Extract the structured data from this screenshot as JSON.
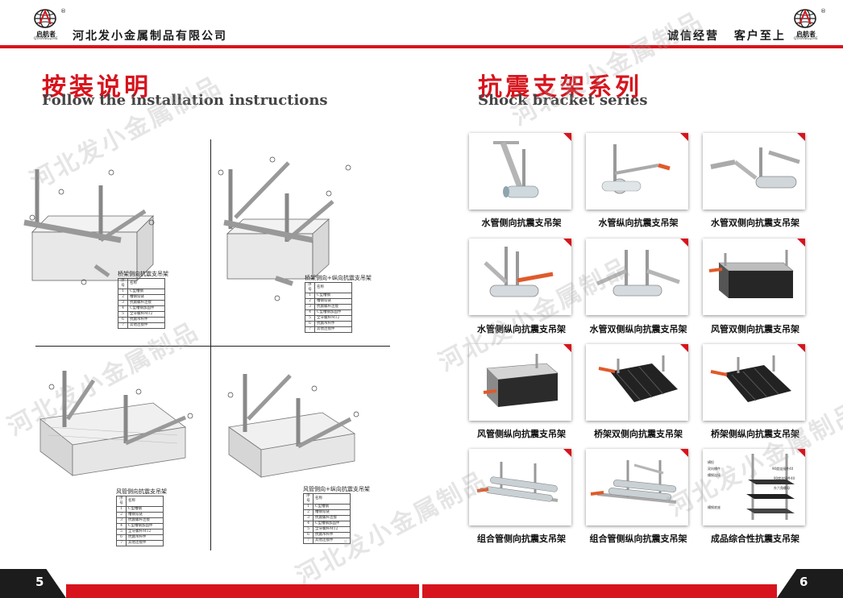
{
  "header": {
    "logo_cn": "启航者",
    "logo_en": "QIHANGZHE",
    "registered": "®",
    "company": "河北发小金属制品有限公司",
    "slogan": "诚信经营 客户至上"
  },
  "left_page": {
    "title_cn": "按装说明",
    "title_en": "Follow the installation instructions",
    "page_number": "5",
    "quadrants": [
      {
        "label": "桥架侧向抗震支吊架",
        "table_header": [
          "序号",
          "名称"
        ],
        "rows": [
          [
            "1",
            "C型槽钢"
          ],
          [
            "2",
            "槽钢铰链"
          ],
          [
            "3",
            "抗震螺杆连接"
          ],
          [
            "4",
            "C型槽钢加固件"
          ],
          [
            "5",
            "全牙螺杆M12"
          ],
          [
            "6",
            "抗震吊杆件"
          ],
          [
            "7",
            "其他连接件"
          ]
        ]
      },
      {
        "label": "桥架侧向+纵向抗震支吊架",
        "table_header": [
          "序号",
          "名称"
        ],
        "rows": [
          [
            "1",
            "C型槽钢"
          ],
          [
            "2",
            "槽钢铰链"
          ],
          [
            "3",
            "抗震螺杆连接"
          ],
          [
            "4",
            "C型槽钢加固件"
          ],
          [
            "5",
            "全牙螺杆M12"
          ],
          [
            "6",
            "抗震吊杆件"
          ],
          [
            "7",
            "其他连接件"
          ]
        ]
      },
      {
        "label": "风管侧向抗震支吊架",
        "table_header": [
          "序号",
          "名称"
        ],
        "rows": [
          [
            "1",
            "C型槽钢"
          ],
          [
            "2",
            "槽钢铰链"
          ],
          [
            "3",
            "抗震螺杆连接"
          ],
          [
            "4",
            "C型槽钢加固件"
          ],
          [
            "5",
            "全牙螺杆M12"
          ],
          [
            "6",
            "抗震吊杆件"
          ],
          [
            "7",
            "其他连接件"
          ]
        ]
      },
      {
        "label": "风管侧向+纵向抗震支吊架",
        "table_header": [
          "序号",
          "名称"
        ],
        "rows": [
          [
            "1",
            "C型槽钢"
          ],
          [
            "2",
            "槽钢铰链"
          ],
          [
            "3",
            "抗震螺杆连接"
          ],
          [
            "4",
            "C型槽钢加固件"
          ],
          [
            "5",
            "全牙螺杆M12"
          ],
          [
            "6",
            "抗震吊杆件"
          ],
          [
            "7",
            "其他连接件"
          ]
        ]
      }
    ]
  },
  "right_page": {
    "title_cn": "抗震支架系列",
    "title_en": "Shock bracket series",
    "page_number": "6",
    "products": [
      {
        "name": "水管侧向抗震支吊架",
        "icon": "pipe-bracket-image"
      },
      {
        "name": "水管纵向抗震支吊架",
        "icon": "pipe-bracket-image"
      },
      {
        "name": "水管双侧向抗震支吊架",
        "icon": "pipe-bracket-image"
      },
      {
        "name": "水管侧纵向抗震支吊架",
        "icon": "pipe-bracket-image"
      },
      {
        "name": "水管双侧纵向抗震支吊架",
        "icon": "pipe-bracket-image"
      },
      {
        "name": "风管双侧向抗震支吊架",
        "icon": "duct-bracket-image"
      },
      {
        "name": "风管侧纵向抗震支吊架",
        "icon": "duct-bracket-image"
      },
      {
        "name": "桥架双侧向抗震支吊架",
        "icon": "tray-bracket-image"
      },
      {
        "name": "桥架侧纵向抗震支吊架",
        "icon": "tray-bracket-image"
      },
      {
        "name": "组合管侧向抗震支吊架",
        "icon": "combo-pipe-bracket-image"
      },
      {
        "name": "组合管侧纵向抗震支吊架",
        "icon": "combo-pipe-bracket-image"
      },
      {
        "name": "成品综合性抗震支吊架",
        "icon": "integrated-bracket-image"
      }
    ],
    "integrated_labels": [
      "横担",
      "双向槽件",
      "槽钢连接",
      "槽钢底座",
      "90度连接件40",
      "90度连接件40",
      "外六角螺母"
    ]
  },
  "watermark": "河北发小金属制品",
  "colors": {
    "accent": "#d7141d",
    "dark": "#1c1c1c"
  }
}
